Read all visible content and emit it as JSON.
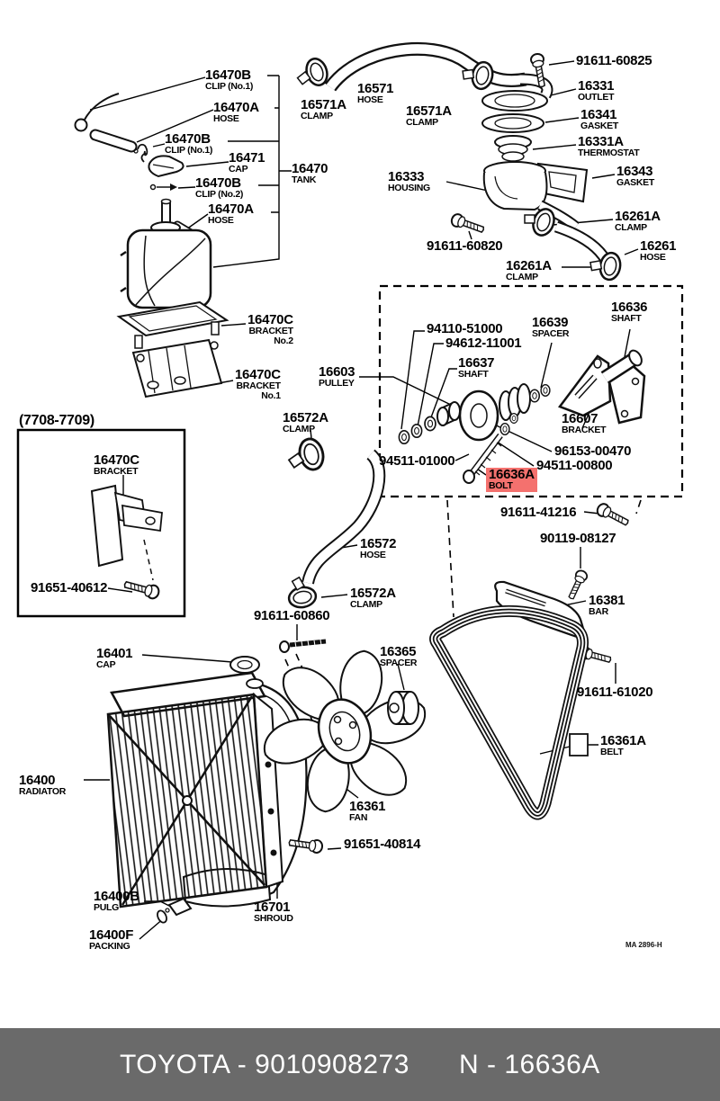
{
  "doc_code": "MA 2896-H",
  "footer": {
    "brand_number": "TOYOTA - 9010908273",
    "part_ref": "N - 16636A"
  },
  "highlight_color": "#f4716e",
  "labels": [
    {
      "num": "16470B",
      "name": "CLIP (No.1)"
    },
    {
      "num": "16470A",
      "name": "HOSE"
    },
    {
      "num": "16470B",
      "name": "CLIP (No.1)"
    },
    {
      "num": "16471",
      "name": "CAP"
    },
    {
      "num": "16470",
      "name": "TANK"
    },
    {
      "num": "16470B",
      "name": "CLIP (No.2)"
    },
    {
      "num": "16470A",
      "name": "HOSE"
    },
    {
      "num": "16571A",
      "name": "CLAMP"
    },
    {
      "num": "16571",
      "name": "HOSE"
    },
    {
      "num": "16571A",
      "name": "CLAMP"
    },
    {
      "num": "91611-60825",
      "name": ""
    },
    {
      "num": "16331",
      "name": "OUTLET"
    },
    {
      "num": "16341",
      "name": "GASKET"
    },
    {
      "num": "16331A",
      "name": "THERMOSTAT"
    },
    {
      "num": "16343",
      "name": "GASKET"
    },
    {
      "num": "16333",
      "name": "HOUSING"
    },
    {
      "num": "16261A",
      "name": "CLAMP"
    },
    {
      "num": "91611-60820",
      "name": ""
    },
    {
      "num": "16261",
      "name": "HOSE"
    },
    {
      "num": "16261A",
      "name": "CLAMP"
    },
    {
      "num": "16636",
      "name": "SHAFT"
    },
    {
      "num": "16639",
      "name": "SPACER"
    },
    {
      "num": "94110-51000",
      "name": ""
    },
    {
      "num": "94612-11001",
      "name": ""
    },
    {
      "num": "16637",
      "name": "SHAFT"
    },
    {
      "num": "16603",
      "name": "PULLEY"
    },
    {
      "num": "16607",
      "name": "BRACKET"
    },
    {
      "num": "96153-00470",
      "name": ""
    },
    {
      "num": "94511-00800",
      "name": ""
    },
    {
      "num": "94511-01000",
      "name": ""
    },
    {
      "num": "16636A",
      "name": "BOLT"
    },
    {
      "num": "16572A",
      "name": "CLAMP"
    },
    {
      "num": "91611-41216",
      "name": ""
    },
    {
      "num": "90119-08127",
      "name": ""
    },
    {
      "num": "16381",
      "name": "BAR"
    },
    {
      "num": "16572",
      "name": "HOSE"
    },
    {
      "num": "16572A",
      "name": "CLAMP"
    },
    {
      "num": "91611-60860",
      "name": ""
    },
    {
      "num": "16365",
      "name": "SPACER"
    },
    {
      "num": "16401",
      "name": "CAP"
    },
    {
      "num": "16400",
      "name": "RADIATOR"
    },
    {
      "num": "16361",
      "name": "FAN"
    },
    {
      "num": "91651-40814",
      "name": ""
    },
    {
      "num": "16400B",
      "name": "PULG"
    },
    {
      "num": "16400F",
      "name": "PACKING"
    },
    {
      "num": "16701",
      "name": "SHROUD"
    },
    {
      "num": "91611-61020",
      "name": ""
    },
    {
      "num": "16361A",
      "name": "BELT"
    },
    {
      "num": "(7708-7709)",
      "name": ""
    },
    {
      "num": "16470C",
      "name": "BRACKET"
    },
    {
      "num": "91651-40612",
      "name": ""
    },
    {
      "num": "16470C",
      "name": "BRACKET\nNo.2"
    },
    {
      "num": "16470C",
      "name": "BRACKET\nNo.1"
    }
  ]
}
